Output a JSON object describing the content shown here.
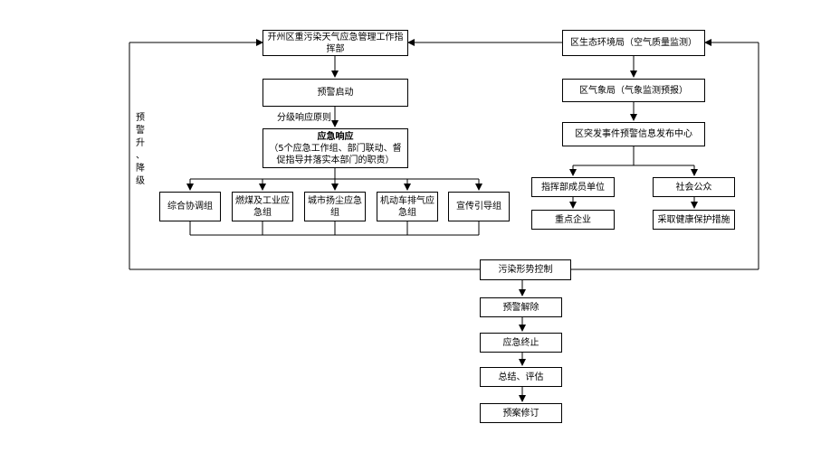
{
  "left": {
    "hq": "开州区重污染天气应急管理工作指挥部",
    "warning_start": "预警启动",
    "response_principle": "分级响应原则",
    "response_title": "应急响应",
    "response_detail": "（5个应急工作组、部门联动、督促指导并落实本部门的职责）",
    "groups": [
      "综合协调组",
      "燃煤及工业应急组",
      "城市扬尘应急组",
      "机动车排气应急组",
      "宣传引导组"
    ],
    "side_label": [
      "预",
      "警",
      "升",
      "、",
      "降",
      "级"
    ]
  },
  "right": {
    "eco_bureau": "区生态环境局（空气质量监测）",
    "weather_bureau": "区气象局（气象监测预报）",
    "info_center": "区突发事件预警信息发布中心",
    "member_units": "指挥部成员单位",
    "key_enterprises": "重点企业",
    "public": "社会公众",
    "health_measures": "采取健康保护措施"
  },
  "bottom": {
    "pollution_control": "污染形势控制",
    "warning_lift": "预警解除",
    "emergency_end": "应急终止",
    "summary": "总结、评估",
    "plan_revise": "预案修订"
  }
}
